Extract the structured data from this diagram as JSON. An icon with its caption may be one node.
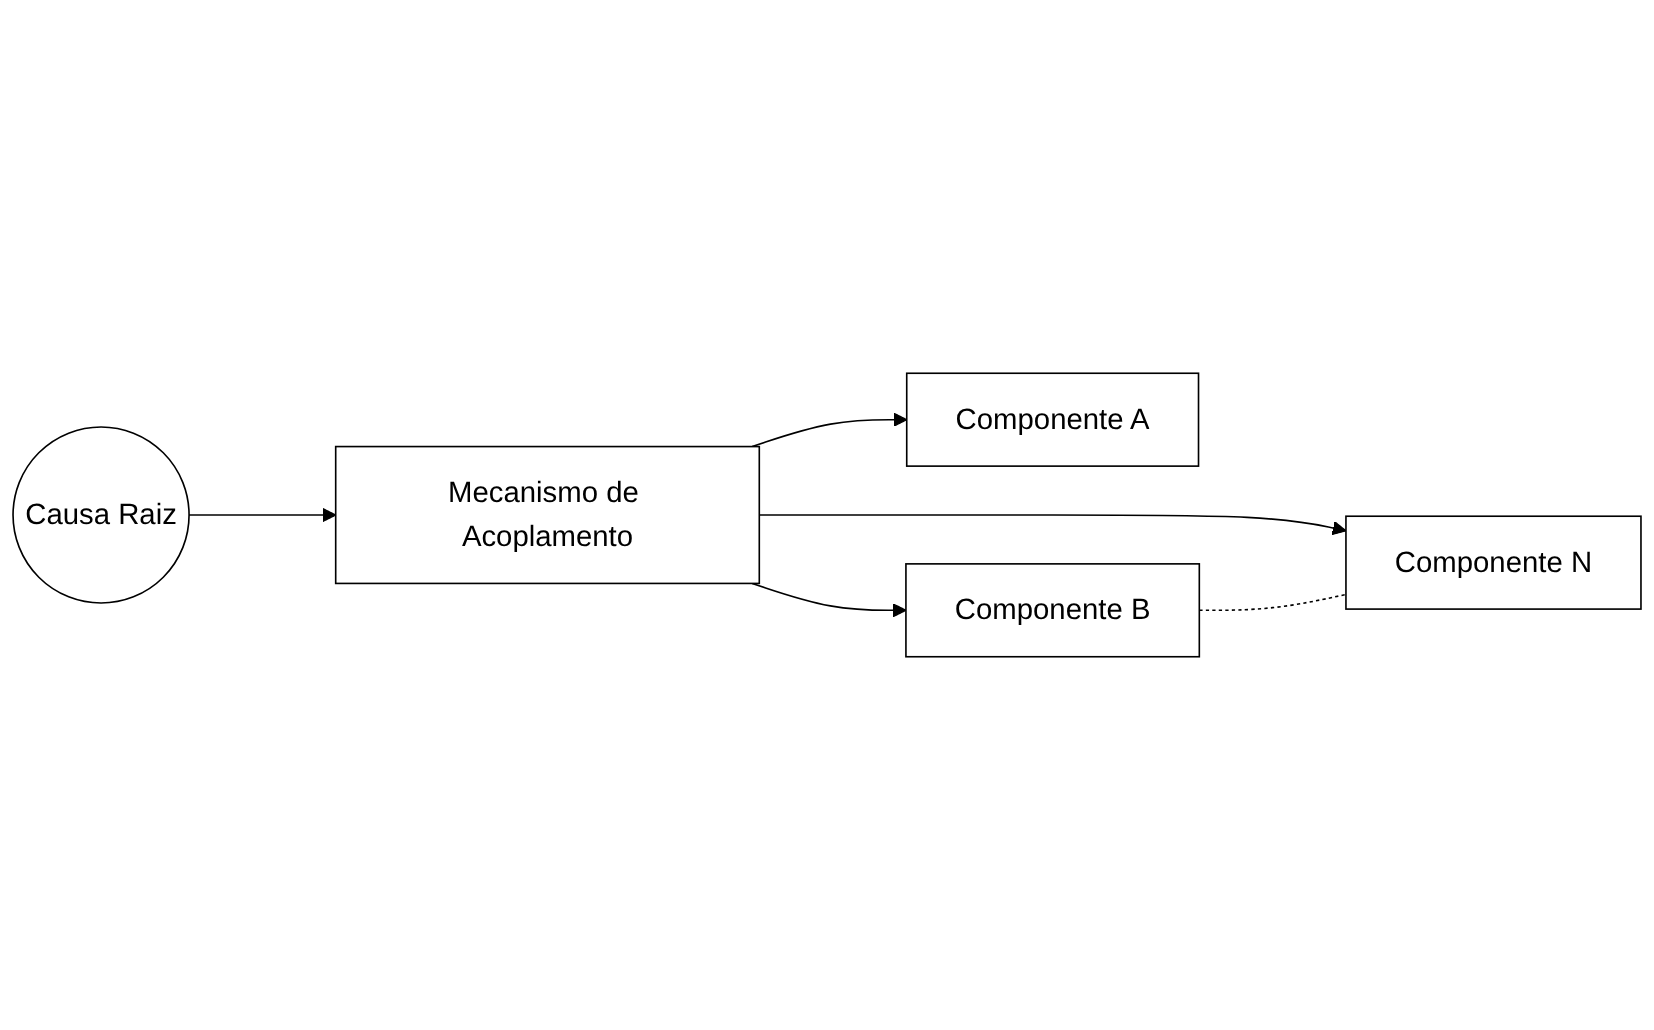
{
  "diagram": {
    "nodes": [
      {
        "text": [
          "Causa Raiz"
        ]
      },
      {
        "text": [
          "Mecanismo de Acoplamento"
        ]
      },
      {
        "text": [
          "Componente A"
        ]
      },
      {
        "text": [
          "Componente B"
        ]
      },
      {
        "text": [
          "Componente N"
        ]
      }
    ],
    "edges": [
      {
        "from": 0,
        "to": 1,
        "arrow": "to"
      },
      {
        "from": 1,
        "to": 2,
        "arrow": "to"
      },
      {
        "from": 1,
        "to": 3,
        "arrow": "to"
      },
      {
        "from": 1,
        "to": 4,
        "arrow": "to"
      },
      {
        "from": 3,
        "to": 4,
        "arrow": "none",
        "style": "dashed"
      }
    ]
  }
}
